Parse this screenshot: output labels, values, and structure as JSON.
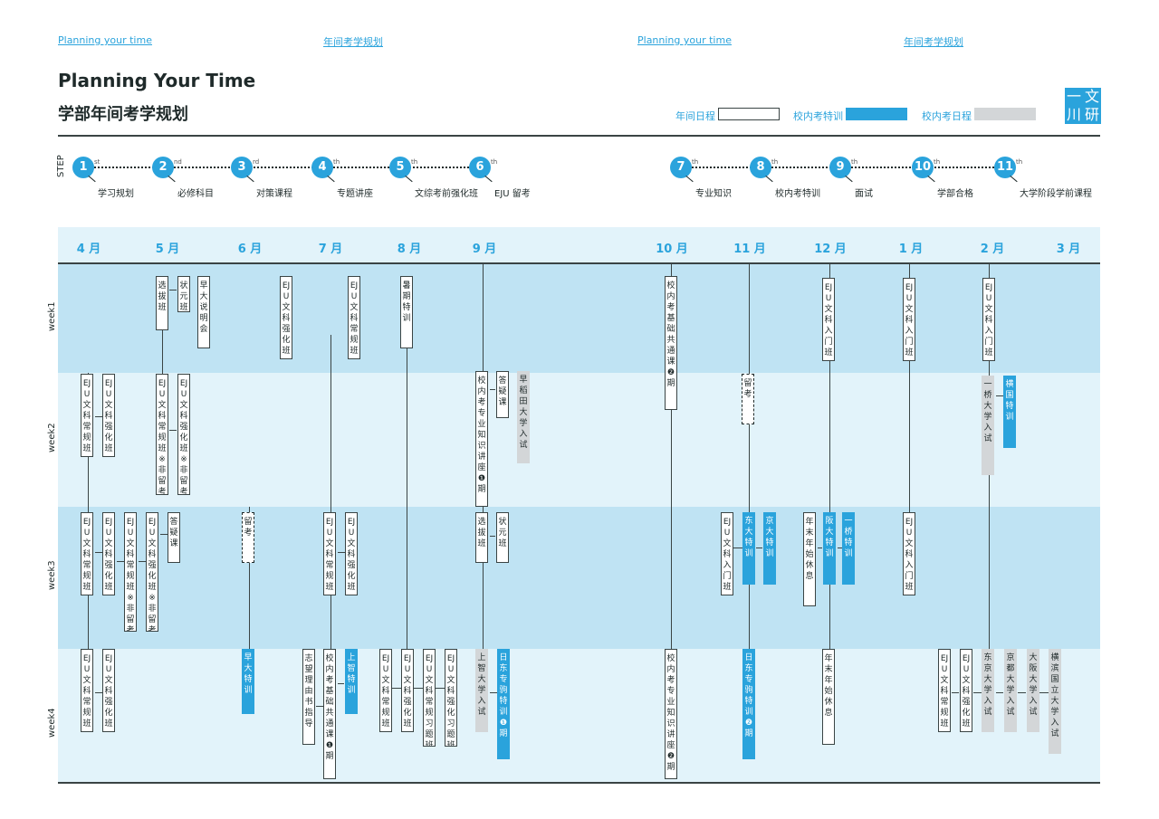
{
  "top_links": [
    "Planning your time",
    "年间考学规划",
    "Planning your time",
    "年间考学规划"
  ],
  "title_en": "Planning Your Time",
  "title_zh": "学部年间考学规划",
  "legend": [
    {
      "label": "年间日程",
      "style": "white"
    },
    {
      "label": "校内考特训",
      "style": "blue"
    },
    {
      "label": "校内考日程",
      "style": "gray"
    }
  ],
  "logo": [
    "一",
    "文",
    "川",
    "研"
  ],
  "step_label": "STEP",
  "steps": [
    {
      "num": "1",
      "sup": "st",
      "name": "学习规划"
    },
    {
      "num": "2",
      "sup": "nd",
      "name": "必修科目"
    },
    {
      "num": "3",
      "sup": "rd",
      "name": "对策课程"
    },
    {
      "num": "4",
      "sup": "th",
      "name": "专题讲座"
    },
    {
      "num": "5",
      "sup": "th",
      "name": "文综考前强化班"
    },
    {
      "num": "6",
      "sup": "th",
      "name": "EJU 留考"
    },
    {
      "num": "7",
      "sup": "th",
      "name": "专业知识"
    },
    {
      "num": "8",
      "sup": "th",
      "name": "校内考特训"
    },
    {
      "num": "9",
      "sup": "th",
      "name": "面试"
    },
    {
      "num": "10",
      "sup": "th",
      "name": "学部合格"
    },
    {
      "num": "11",
      "sup": "th",
      "name": "大学阶段学前课程"
    }
  ],
  "months": [
    "4 月",
    "5 月",
    "6 月",
    "7 月",
    "8 月",
    "9 月",
    "10 月",
    "11 月",
    "12 月",
    "1 月",
    "2 月",
    "3 月"
  ],
  "weeks": [
    "week1",
    "week2",
    "week3",
    "week4"
  ],
  "boxes": [
    {
      "text": "选拔班",
      "style": "white"
    },
    {
      "text": "状元班",
      "style": "white"
    },
    {
      "text": "早大说明会",
      "style": "white"
    },
    {
      "text": "EJU文科常规班",
      "style": "white"
    },
    {
      "text": "EJU文科强化班",
      "style": "white"
    },
    {
      "text": "暑期特训",
      "style": "white"
    },
    {
      "text": "校内考基础共通课❷期",
      "style": "white"
    },
    {
      "text": "EJU文科入门班",
      "style": "white"
    },
    {
      "text": "EJU文科入门班",
      "style": "white"
    },
    {
      "text": "EJU文科入门班",
      "style": "white"
    },
    {
      "text": "EJU文科常规班",
      "style": "white"
    },
    {
      "text": "EJU文科强化班",
      "style": "white"
    },
    {
      "text": "EJU文科常规班※非留考",
      "style": "white"
    },
    {
      "text": "EJU文科强化班※非留考",
      "style": "white"
    },
    {
      "text": "校内考专业知识讲座❶期",
      "style": "white"
    },
    {
      "text": "答疑课",
      "style": "white"
    },
    {
      "text": "早稻田大学入试",
      "style": "gray"
    },
    {
      "text": "留考",
      "style": "dash"
    },
    {
      "text": "一桥大学入试",
      "style": "gray"
    },
    {
      "text": "横国特训",
      "style": "blue"
    },
    {
      "text": "EJU文科常规班",
      "style": "white"
    },
    {
      "text": "EJU文科强化班",
      "style": "white"
    },
    {
      "text": "EJU文科常规班※非留考",
      "style": "white"
    },
    {
      "text": "EJU文科强化班※非留考",
      "style": "white"
    },
    {
      "text": "答疑课",
      "style": "white"
    },
    {
      "text": "留考",
      "style": "dash"
    },
    {
      "text": "EJU文科常规班",
      "style": "white"
    },
    {
      "text": "EJU文科强化班",
      "style": "white"
    },
    {
      "text": "选拔班",
      "style": "white"
    },
    {
      "text": "状元班",
      "style": "white"
    },
    {
      "text": "EJU文科入门班",
      "style": "white"
    },
    {
      "text": "东大特训",
      "style": "blue"
    },
    {
      "text": "京大特训",
      "style": "blue"
    },
    {
      "text": "年末年始休息",
      "style": "white"
    },
    {
      "text": "阪大特训",
      "style": "blue"
    },
    {
      "text": "一桥特训",
      "style": "blue"
    },
    {
      "text": "EJU文科入门班",
      "style": "white"
    },
    {
      "text": "EJU文科常规班",
      "style": "white"
    },
    {
      "text": "EJU文科强化班",
      "style": "white"
    },
    {
      "text": "早大特训",
      "style": "blue"
    },
    {
      "text": "志望理由书指导",
      "style": "white"
    },
    {
      "text": "校内考基础共通课❶期",
      "style": "white"
    },
    {
      "text": "上智特训",
      "style": "blue"
    },
    {
      "text": "EJU文科常规班",
      "style": "white"
    },
    {
      "text": "EJU文科强化班",
      "style": "white"
    },
    {
      "text": "EJU文科常规习题班",
      "style": "white"
    },
    {
      "text": "EJU文科强化习题班",
      "style": "white"
    },
    {
      "text": "上智大学入试",
      "style": "gray"
    },
    {
      "text": "日东专驹特训❶期",
      "style": "blue"
    },
    {
      "text": "校内考专业知识讲座❷期",
      "style": "white"
    },
    {
      "text": "日东专驹特训❷期",
      "style": "blue"
    },
    {
      "text": "年末年始休息",
      "style": "white"
    },
    {
      "text": "EJU文科常规班",
      "style": "white"
    },
    {
      "text": "EJU文科强化班",
      "style": "white"
    },
    {
      "text": "东京大学入试",
      "style": "gray"
    },
    {
      "text": "京都大学入试",
      "style": "gray"
    },
    {
      "text": "大阪大学入试",
      "style": "gray"
    },
    {
      "text": "横滨国立大学入试",
      "style": "gray"
    }
  ],
  "colors": {
    "accent": "#2aa3dc",
    "band_dark": "#bfe3f3",
    "band_light": "#e2f3fa",
    "gray": "#d3d6d8",
    "ink": "#1f2a2a"
  }
}
